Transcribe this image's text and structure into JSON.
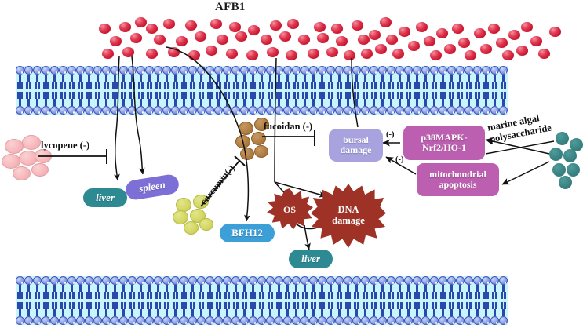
{
  "diagram": {
    "title": "AFB1",
    "toxin_label": "AFB1",
    "membranes": [
      {
        "name": "upper-cell-membrane",
        "columns": 57
      },
      {
        "name": "lower-cell-membrane",
        "columns": 57
      }
    ],
    "targets": [
      {
        "id": "liver-top",
        "label": "liver",
        "color": "#2d8a93"
      },
      {
        "id": "spleen",
        "label": "spleen",
        "color": "#7c6fd6"
      },
      {
        "id": "bfh12",
        "label": "BFH12",
        "color": "#3d9fd8"
      },
      {
        "id": "bursal-damage",
        "label": "bursal damage",
        "color": "#a8a2de"
      },
      {
        "id": "liver-bottom",
        "label": "liver",
        "color": "#2d8a93"
      }
    ],
    "damage_nodes": [
      {
        "id": "os",
        "label": "OS",
        "color": "#9e3226"
      },
      {
        "id": "dna-damage",
        "label": "DNA damage",
        "color": "#9e3226"
      }
    ],
    "pathway_nodes": [
      {
        "id": "p38mapk",
        "label": "p38MAPK-Nrf2/HO-1",
        "line1": "p38MAPK-",
        "line2": "Nrf2/HO-1",
        "color": "#bd5fb0"
      },
      {
        "id": "mitochondrial-apoptosis",
        "label": "mitochondrial apoptosis",
        "line1": "mitochondrial",
        "line2": "apoptosis",
        "color": "#bd5fb0"
      }
    ],
    "inhibitors": [
      {
        "id": "lycopene",
        "label": "lycopene",
        "sign": "(-)",
        "color": "#f7b8bc"
      },
      {
        "id": "curcumin",
        "label": "curcumin",
        "sign": "(-)",
        "color": "#d4d866"
      },
      {
        "id": "fucoidan",
        "label": "fucoidan",
        "sign": "(-)",
        "color": "#b07f44"
      },
      {
        "id": "marine-algal-polysaccharide",
        "line1": "marine algal",
        "line2": "polysaccharide",
        "label": "marine algal polysaccharide",
        "color": "#3a8383"
      }
    ],
    "edge_signs": [
      {
        "id": "sign-p38-to-bursal",
        "text": "(-)"
      },
      {
        "id": "sign-mito-to-bursal",
        "text": "(-)"
      }
    ],
    "colors": {
      "membrane_head": "#8fa0e6",
      "membrane_tail": "#2b49ad",
      "membrane_interior": "#c8f5fd",
      "afb1": "#c3122c",
      "teal": "#2d8a93",
      "purple": "#7c6fd6",
      "blue": "#3d9fd8",
      "lavender": "#a8a2de",
      "magenta": "#bd5fb0",
      "starburst": "#9e3226"
    }
  }
}
